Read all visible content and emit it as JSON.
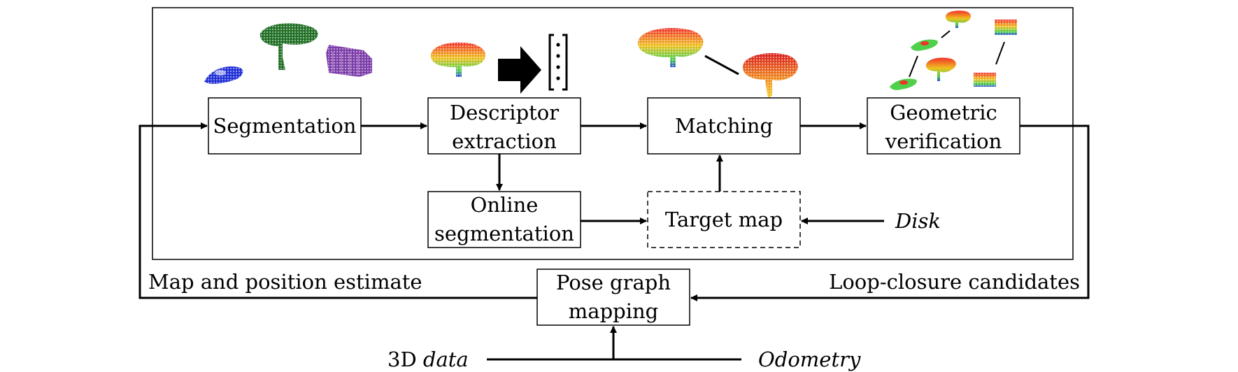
{
  "nodes": {
    "segmentation": {
      "label": "Segmentation"
    },
    "descriptor_extraction": {
      "line1": "Descriptor",
      "line2": "extraction"
    },
    "matching": {
      "label": "Matching"
    },
    "geometric_verification": {
      "line1": "Geometric",
      "line2": "verification"
    },
    "online_segmentation": {
      "line1": "Online",
      "line2": "segmentation"
    },
    "target_map": {
      "label": "Target map"
    },
    "pose_graph_mapping": {
      "line1": "Pose graph",
      "line2": "mapping"
    }
  },
  "inputs": {
    "disk": "Disk",
    "data_3d_prefix": "3D",
    "data_3d_suffix": "data",
    "odometry": "Odometry"
  },
  "edge_labels": {
    "map_and_position": "Map and position estimate",
    "loop_closure": "Loop-closure candidates"
  },
  "icons": {
    "segments": "colored-point-cloud-segments-icon",
    "descriptor": "segment-to-vector-icon",
    "matching": "matched-segments-icon",
    "verification": "verified-segment-pairs-icon"
  },
  "colors": {
    "line": "#000000",
    "car_segment": "#1f2fd6",
    "tree_segment": "#1f6e24",
    "building_segment": "#7a3aa8",
    "heat_top": "#f2302a",
    "heat_mid": "#f0c020",
    "heat_low": "#4fd04a",
    "heat_base": "#2a4fd8"
  }
}
